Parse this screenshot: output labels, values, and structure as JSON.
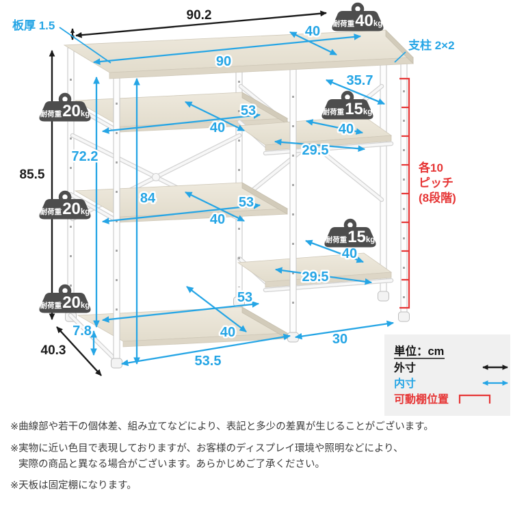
{
  "diagram": {
    "dims": {
      "outer_width": "90.2",
      "outer_height": "85.5",
      "outer_depth": "40.3",
      "board_thickness": "板厚 1.5",
      "posts": "支柱 2×2",
      "top_width": "90",
      "top_depth": "40",
      "right_opening": "35.7",
      "r1_width": "40",
      "r1_depth": "29.5",
      "r2_width": "40",
      "r2_depth": "29.5",
      "shelf_a_width": "53",
      "shelf_a_depth": "40",
      "shelf_b_width": "53",
      "shelf_b_depth": "40",
      "shelf_c_width": "53",
      "shelf_c_depth": "40",
      "inner_height": "72.2",
      "under_top_height": "84",
      "bottom_clearance": "7.8",
      "bottom_inner_width": "53.5",
      "right_bottom_width": "30"
    },
    "badges": [
      {
        "prefix": "耐荷重",
        "value": "40",
        "unit": "kg"
      },
      {
        "prefix": "耐荷重",
        "value": "20",
        "unit": "kg"
      },
      {
        "prefix": "耐荷重",
        "value": "20",
        "unit": "kg"
      },
      {
        "prefix": "耐荷重",
        "value": "20",
        "unit": "kg"
      },
      {
        "prefix": "耐荷重",
        "value": "15",
        "unit": "kg"
      },
      {
        "prefix": "耐荷重",
        "value": "15",
        "unit": "kg"
      }
    ],
    "pitch": {
      "line1": "各10",
      "line2": "ピッチ",
      "line3": "(8段階)"
    },
    "legend": {
      "unit": "単位：cm",
      "outer": "外寸",
      "inner": "内寸",
      "movable": "可動棚位置"
    },
    "notes": {
      "n1": "※曲線部や若干の個体差、組み立てなどにより、表記と多少の差異が生じることがございます。",
      "n2a": "※実物に近い色目で表現しておりますが、お客様のディスプレイ環境や照明などにより、",
      "n2b": "実際の商品と異なる場合がございます。あらかじめご了承ください。",
      "n3": "※天板は固定棚になります。"
    },
    "colors": {
      "inner_dim": "#25a5e5",
      "outer_dim": "#1a1a1a",
      "movable": "#e63535",
      "badge": "#4d4d4d",
      "wood": "#e9e3d6"
    }
  }
}
